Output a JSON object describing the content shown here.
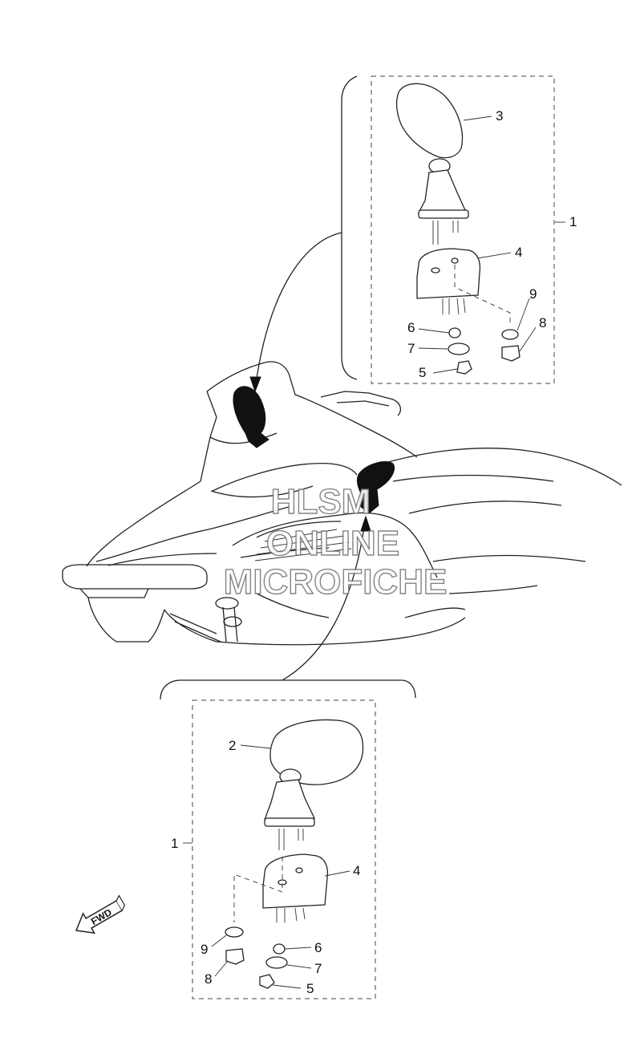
{
  "callouts": {
    "top": {
      "p1": "1",
      "p3": "3",
      "p4": "4",
      "p5": "5",
      "p6": "6",
      "p7": "7",
      "p8": "8",
      "p9": "9"
    },
    "bottom": {
      "p1": "1",
      "p2": "2",
      "p4": "4",
      "p5": "5",
      "p6": "6",
      "p7": "7",
      "p8": "8",
      "p9": "9"
    }
  },
  "fwd_label": "FWD",
  "watermark": {
    "line1": "HLSM",
    "line2": "ONLINE",
    "line3": "MICROFICHE"
  },
  "icons": {
    "fwd_arrow": "fwd-arrow-icon"
  }
}
